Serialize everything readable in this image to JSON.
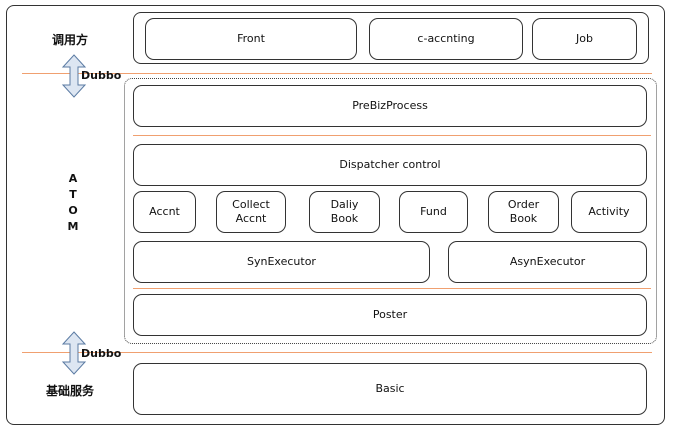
{
  "labels": {
    "caller": "调用方",
    "atom_letters": [
      "A",
      "T",
      "O",
      "M"
    ],
    "basic_service": "基础服务",
    "dubbo_top": "Dubbo",
    "dubbo_bottom": "Dubbo"
  },
  "callers": [
    "Front",
    "c-accnting",
    "Job"
  ],
  "atom": {
    "pre_biz": "PreBizProcess",
    "dispatcher": "Dispatcher control",
    "modules": [
      "Accnt",
      "Collect\nAccnt",
      "Daliy\nBook",
      "Fund",
      "Order\nBook",
      "Activity"
    ],
    "syn_executor": "SynExecutor",
    "asyn_executor": "AsynExecutor",
    "poster": "Poster"
  },
  "basic": "Basic",
  "colors": {
    "divider": "#f0a070",
    "arrow_fill": "#dde6f2",
    "arrow_stroke": "#5b7ba3",
    "border": "#333333"
  }
}
